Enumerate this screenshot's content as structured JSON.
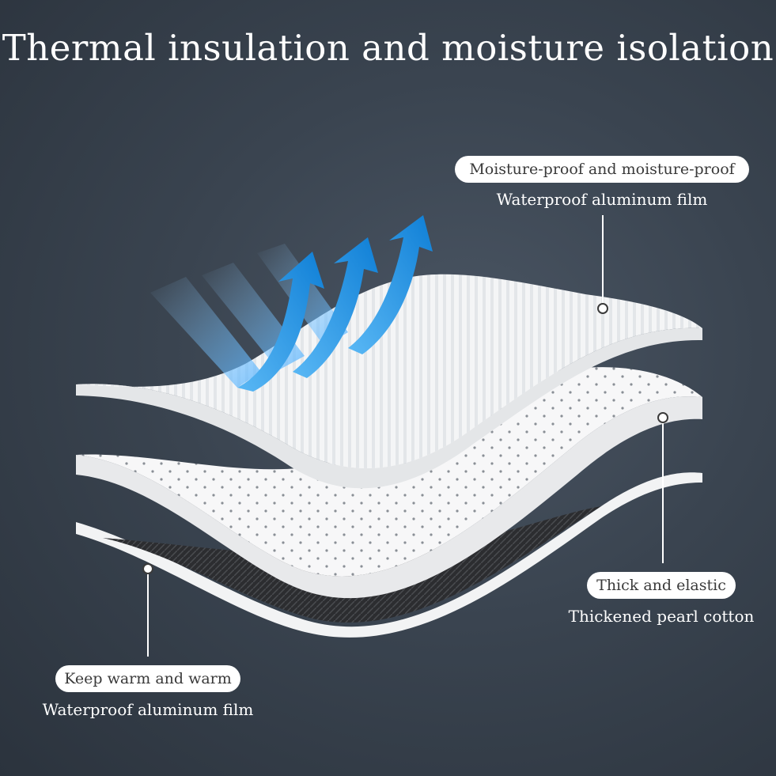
{
  "title": "Thermal insulation and moisture isolation",
  "labels": {
    "top": {
      "tag": "Moisture-proof and moisture-proof",
      "desc": "Waterproof aluminum film"
    },
    "middle": {
      "tag": "Thick and elastic",
      "desc": "Thickened pearl cotton"
    },
    "bottom": {
      "tag": "Keep warm and warm",
      "desc": "Waterproof aluminum film"
    }
  },
  "colors": {
    "background": "#333c47",
    "arrow": "#1f95e6",
    "layer": "#ffffff",
    "bottom_fabric": "#2a2a2c"
  },
  "icons": [
    "heat-reflection-arrow-icon"
  ]
}
